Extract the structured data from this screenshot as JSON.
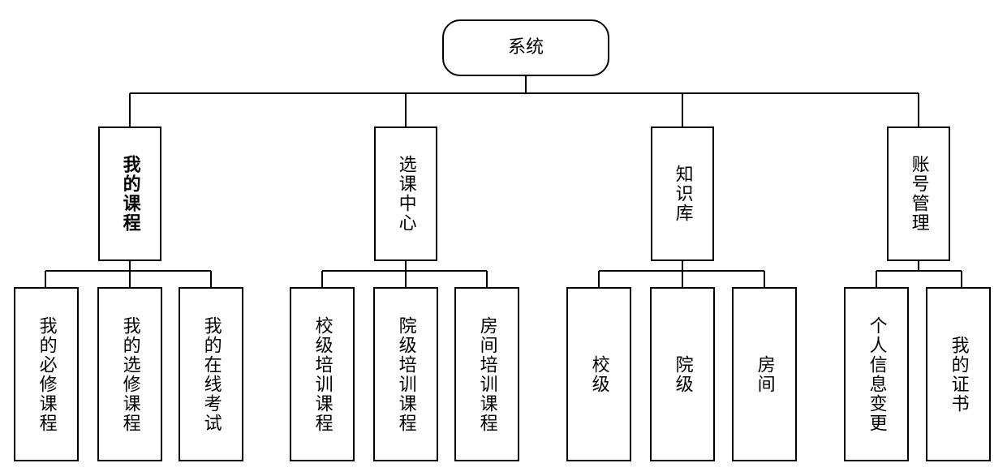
{
  "root": {
    "label": "系统"
  },
  "categories": [
    {
      "label": "我的课程",
      "children": [
        "我的必修课程",
        "我的选修课程",
        "我的在线考试"
      ]
    },
    {
      "label": "选课中心",
      "children": [
        "校级培训课程",
        "院级培训课程",
        "房间培训课程"
      ]
    },
    {
      "label": "知识库",
      "children": [
        "校级",
        "院级",
        "房间"
      ]
    },
    {
      "label": "账号管理",
      "children": [
        "个人信息变更",
        "我的证书"
      ]
    }
  ]
}
